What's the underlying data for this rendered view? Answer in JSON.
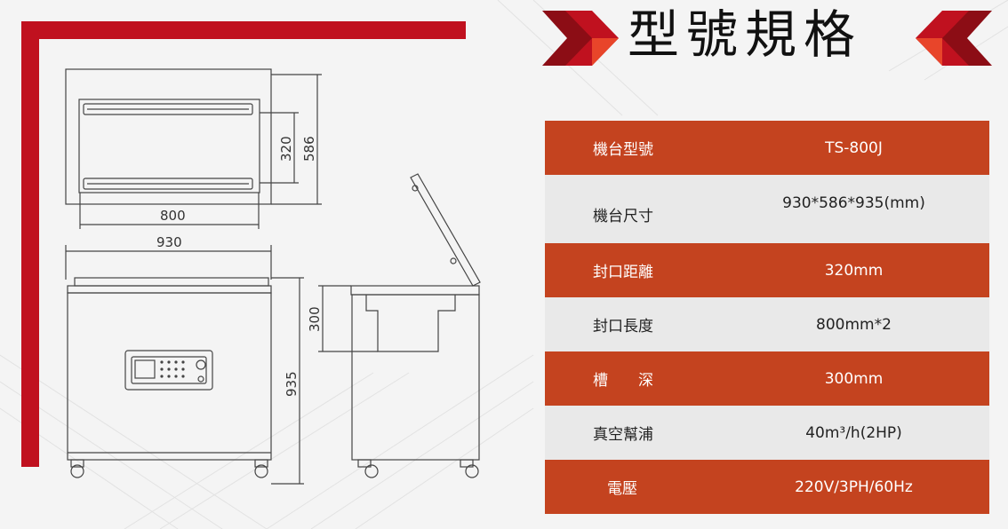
{
  "title": "型號規格",
  "accent_colors": {
    "red": "#c0111f",
    "orange_red": "#c4431f",
    "dark_red": "#8c0d15",
    "light_row": "#e9e9e9"
  },
  "drawing_labels": {
    "top_width": "800",
    "top_height_inner": "320",
    "top_height_outer": "586",
    "front_width": "930",
    "front_height": "935",
    "chamber_depth": "300"
  },
  "specs": [
    {
      "label": "機台型號",
      "value": "TS-800J"
    },
    {
      "label": "機台尺寸",
      "value": "930*586*935(mm)"
    },
    {
      "label": "封口距離",
      "value": "320mm"
    },
    {
      "label": "封口長度",
      "value": "800mm*2"
    },
    {
      "label": "槽　　深",
      "value": "300mm"
    },
    {
      "label": "真空幫浦",
      "value": "40m³/h(2HP)"
    },
    {
      "label": "電壓",
      "value": "220V/3PH/60Hz"
    }
  ]
}
